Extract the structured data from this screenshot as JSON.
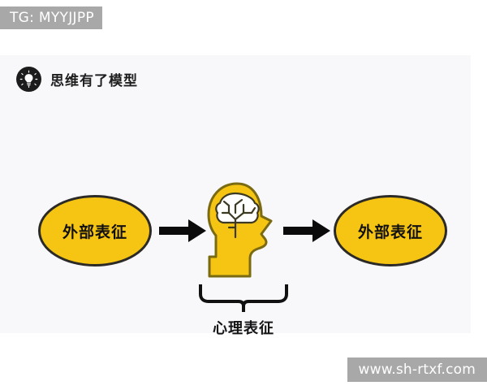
{
  "watermarks": {
    "top": "TG: MYYJJPP",
    "bottom": "www.sh-rtxf.com"
  },
  "header": {
    "title": "思维有了模型",
    "badge_icon": "lightbulb-icon"
  },
  "diagram": {
    "type": "flow",
    "nodes": [
      {
        "id": "external-left",
        "label": "外部表征",
        "shape": "ellipse",
        "fill": "#f6c413",
        "stroke": "#2b2a26"
      },
      {
        "id": "mental-head",
        "label": "",
        "shape": "head-brain",
        "fill": "#f6c413",
        "stroke": "#7a6a12"
      },
      {
        "id": "external-right",
        "label": "外部表征",
        "shape": "ellipse",
        "fill": "#f6c413",
        "stroke": "#2b2a26"
      }
    ],
    "connectors": [
      {
        "id": "arrow-left",
        "from": "external-left",
        "to": "mental-head",
        "style": "solid-block-arrow",
        "color": "#0b0b0b"
      },
      {
        "id": "arrow-right",
        "from": "mental-head",
        "to": "external-right",
        "style": "solid-block-arrow",
        "color": "#0b0b0b"
      }
    ],
    "annotation": {
      "brace_target": "mental-head",
      "label": "心理表征"
    }
  },
  "colors": {
    "page_background": "#ffffff",
    "card_background": "#f8f7fa",
    "accent_yellow": "#f6c413",
    "ink": "#151515",
    "watermark_band": "#a8a8a8"
  }
}
